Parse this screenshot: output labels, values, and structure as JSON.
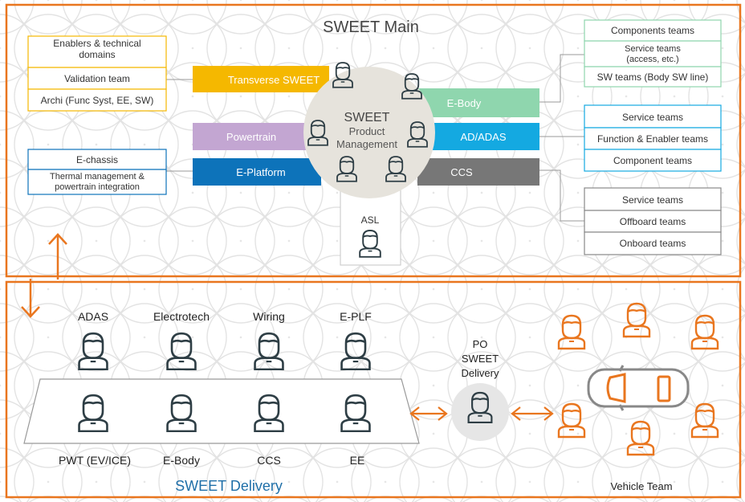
{
  "main": {
    "title": "SWEET Main",
    "left_groups": {
      "yellow": [
        "Enablers & technical domains",
        "Validation team",
        "Archi (Func Syst, EE, SW)"
      ],
      "blue": [
        "E-chassis",
        "Thermal management & powertrain integration"
      ]
    },
    "right_groups": {
      "green": [
        "Components teams",
        "Service teams (access, etc.)",
        "SW teams (Body SW line)"
      ],
      "cyan": [
        "Service teams",
        "Function & Enabler teams",
        "Component teams"
      ],
      "gray": [
        "Service teams",
        "Offboard teams",
        "Onboard teams"
      ]
    },
    "bars": {
      "transverse": "Transverse SWEET",
      "powertrain": "Powertrain",
      "eplatform": "E-Platform",
      "ebody": "E-Body",
      "adas": "AD/ADAS",
      "ccs": "CCS"
    },
    "center": {
      "line1": "SWEET",
      "line2": "Product",
      "line3": "Management"
    },
    "asl": "ASL"
  },
  "delivery": {
    "title": "SWEET Delivery",
    "top_labels": [
      "ADAS",
      "Electrotech",
      "Wiring",
      "E-PLF"
    ],
    "bottom_labels": [
      "PWT (EV/ICE)",
      "E-Body",
      "CCS",
      "EE"
    ],
    "po": {
      "line1": "PO",
      "line2": "SWEET",
      "line3": "Delivery"
    },
    "vehicle_team": "Vehicle Team"
  },
  "colors": {
    "orange": "#e9761f",
    "yellow": "#f5b800",
    "purple": "#c3a6d2",
    "blue": "#0d73ba",
    "green": "#8fd6ae",
    "cyan": "#14a9e1",
    "gray": "#777777",
    "person": "#2e3e45"
  },
  "icons": [
    "person-icon",
    "car-icon",
    "up-arrow-icon",
    "down-arrow-icon",
    "double-arrow-icon"
  ]
}
